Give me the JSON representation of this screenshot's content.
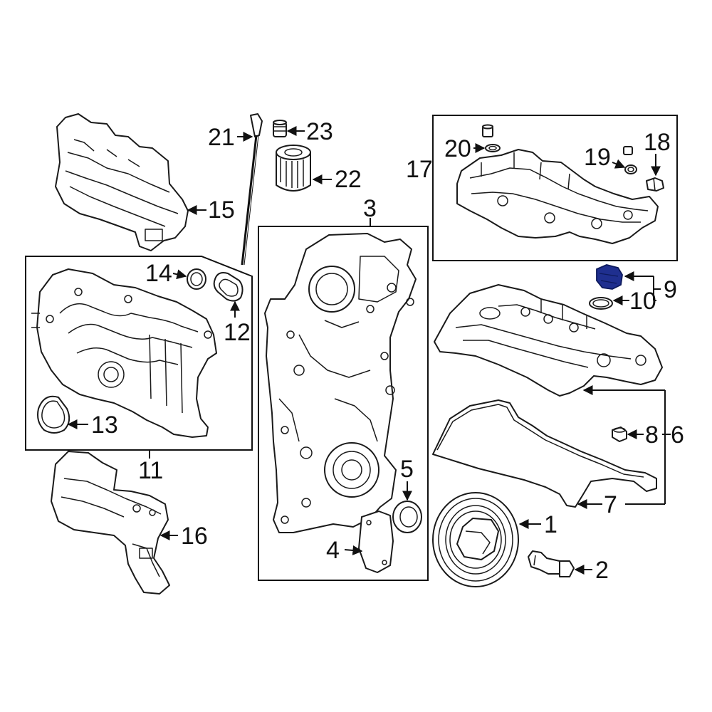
{
  "highlight_color": "#1f2f8f",
  "callouts": {
    "c1": "1",
    "c2": "2",
    "c3": "3",
    "c4": "4",
    "c5": "5",
    "c6": "6",
    "c7": "7",
    "c8": "8",
    "c9": "9",
    "c10": "10",
    "c11": "11",
    "c12": "12",
    "c13": "13",
    "c14": "14",
    "c15": "15",
    "c16": "16",
    "c17": "17",
    "c18": "18",
    "c19": "19",
    "c20": "20",
    "c21": "21",
    "c22": "22",
    "c23": "23"
  }
}
